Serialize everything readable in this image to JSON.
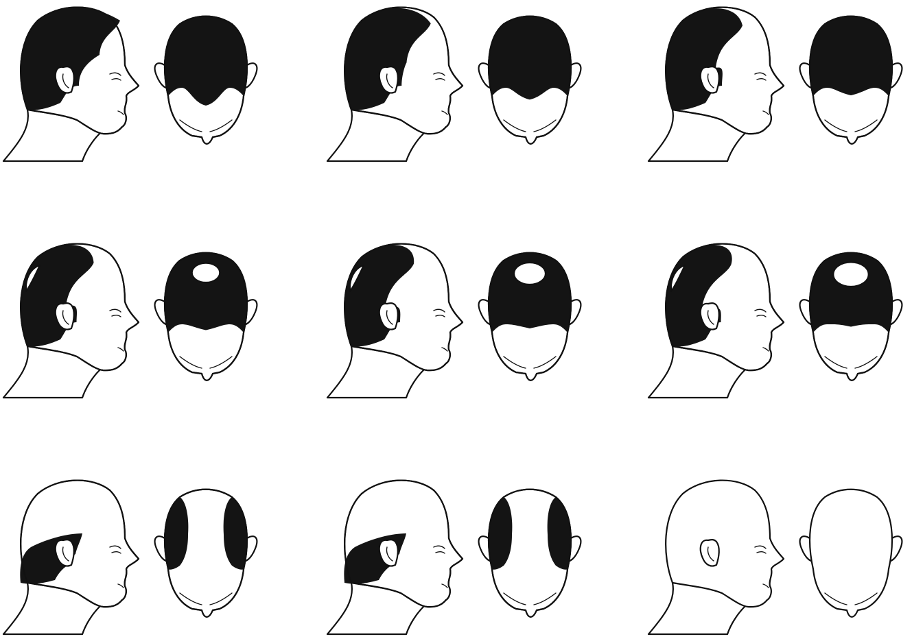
{
  "colors": {
    "hair": "#141414",
    "skin": "#ffffff",
    "outline": "#111111",
    "background": "#ffffff"
  },
  "stages": [
    {
      "frontal_recession": 0.0,
      "vertex_spot": 0.0,
      "vertex_bridge": 0.0,
      "top_thinning": 0.0,
      "side_fringe_only": false,
      "fully_bald": false
    },
    {
      "frontal_recession": 0.35,
      "vertex_spot": 0.0,
      "vertex_bridge": 0.0,
      "top_thinning": 0.0,
      "side_fringe_only": false,
      "fully_bald": false
    },
    {
      "frontal_recession": 0.6,
      "vertex_spot": 0.0,
      "vertex_bridge": 0.0,
      "top_thinning": 0.0,
      "side_fringe_only": false,
      "fully_bald": false
    },
    {
      "frontal_recession": 0.7,
      "vertex_spot": 0.35,
      "vertex_bridge": 1.0,
      "top_thinning": 0.0,
      "side_fringe_only": false,
      "fully_bald": false
    },
    {
      "frontal_recession": 0.8,
      "vertex_spot": 0.5,
      "vertex_bridge": 0.7,
      "top_thinning": 0.2,
      "side_fringe_only": false,
      "fully_bald": false
    },
    {
      "frontal_recession": 0.9,
      "vertex_spot": 0.65,
      "vertex_bridge": 0.4,
      "top_thinning": 0.4,
      "side_fringe_only": false,
      "fully_bald": false
    },
    {
      "frontal_recession": 1.0,
      "vertex_spot": 1.0,
      "vertex_bridge": 0.0,
      "top_thinning": 1.0,
      "side_fringe_only": true,
      "fully_bald": false
    },
    {
      "frontal_recession": 1.0,
      "vertex_spot": 1.0,
      "vertex_bridge": 0.0,
      "top_thinning": 1.0,
      "side_fringe_only": true,
      "fully_bald": false
    },
    {
      "frontal_recession": 1.0,
      "vertex_spot": 1.0,
      "vertex_bridge": 0.0,
      "top_thinning": 1.0,
      "side_fringe_only": false,
      "fully_bald": true
    }
  ]
}
